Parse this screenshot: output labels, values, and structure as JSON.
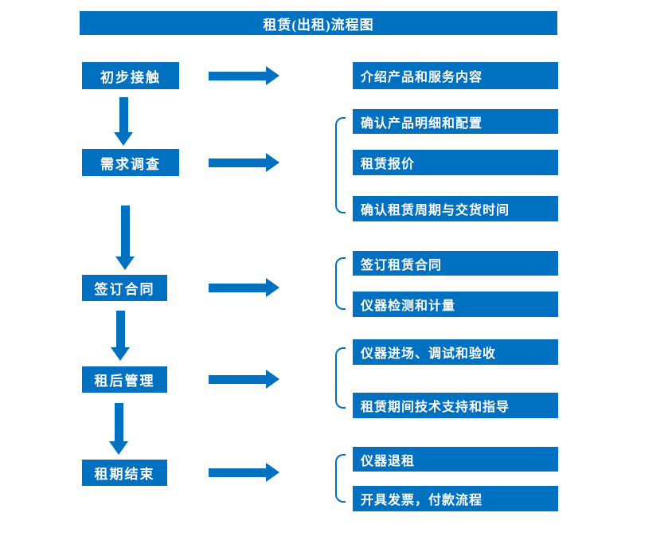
{
  "title": "租赁(出租)流程图",
  "colors": {
    "primary": "#0070C0",
    "text": "#FFFFFF",
    "background": "#FFFFFF"
  },
  "steps": [
    {
      "label": "初步接触",
      "details": [
        "介绍产品和服务内容"
      ]
    },
    {
      "label": "需求调查",
      "details": [
        "确认产品明细和配置",
        "租赁报价",
        "确认租赁周期与交货时间"
      ]
    },
    {
      "label": "签订合同",
      "details": [
        "签订租赁合同",
        "仪器检测和计量"
      ]
    },
    {
      "label": "租后管理",
      "details": [
        "仪器进场、调试和验收",
        "租赁期间技术支持和指导"
      ]
    },
    {
      "label": "租期结束",
      "details": [
        "仪器退租",
        "开具发票，付款流程"
      ]
    }
  ]
}
